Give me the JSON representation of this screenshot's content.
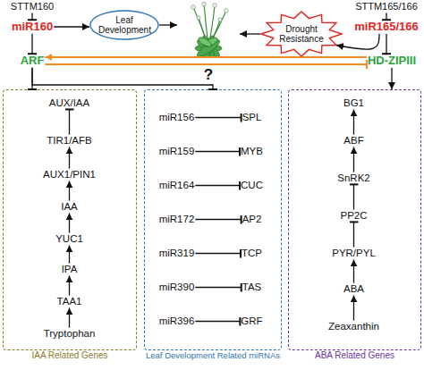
{
  "diagram": {
    "nodes": [
      {
        "text": [
          "STTM160"
        ]
      },
      {
        "text": [
          "miR160"
        ]
      },
      {
        "text": [
          "Leaf Development"
        ]
      },
      {
        "text": [
          "?"
        ]
      },
      {
        "text": [
          "STTM165/166"
        ]
      },
      {
        "text": [
          "miR165/166"
        ]
      },
      {
        "text": [
          "Drought Resistance"
        ]
      },
      {
        "text": [
          "ARF"
        ]
      },
      {
        "text": [
          "HD-ZIPIII"
        ]
      },
      {
        "text": [
          "IAA Related Genes"
        ]
      },
      {
        "text": [
          "AUX/IAA"
        ],
        "in": 9
      },
      {
        "text": [
          "TIR1/AFB"
        ],
        "in": 9
      },
      {
        "text": [
          "AUX1/PIN1"
        ],
        "in": 9
      },
      {
        "text": [
          "IAA"
        ],
        "in": 9
      },
      {
        "text": [
          "YUC1"
        ],
        "in": 9
      },
      {
        "text": [
          "IPA"
        ],
        "in": 9
      },
      {
        "text": [
          "TAA1"
        ],
        "in": 9
      },
      {
        "text": [
          "Tryptophan"
        ],
        "in": 9
      },
      {
        "text": [
          "Leaf Development Related miRNAs"
        ]
      },
      {
        "text": [
          "miR156"
        ],
        "in": 18
      },
      {
        "text": [
          "SPL"
        ],
        "in": 18
      },
      {
        "text": [
          "miR159"
        ],
        "in": 18
      },
      {
        "text": [
          "MYB"
        ],
        "in": 18
      },
      {
        "text": [
          "miR164"
        ],
        "in": 18
      },
      {
        "text": [
          "CUC"
        ],
        "in": 18
      },
      {
        "text": [
          "miR172"
        ],
        "in": 18
      },
      {
        "text": [
          "AP2"
        ],
        "in": 18
      },
      {
        "text": [
          "miR319"
        ],
        "in": 18
      },
      {
        "text": [
          "TCP"
        ],
        "in": 18
      },
      {
        "text": [
          "miR390"
        ],
        "in": 18
      },
      {
        "text": [
          "TAS"
        ],
        "in": 18
      },
      {
        "text": [
          "miR396"
        ],
        "in": 18
      },
      {
        "text": [
          "GRF"
        ],
        "in": 18
      },
      {
        "text": [
          "ABA Related Genes"
        ]
      },
      {
        "text": [
          "BG1"
        ],
        "in": 33
      },
      {
        "text": [
          "ABF"
        ],
        "in": 33
      },
      {
        "text": [
          "SnRK2"
        ],
        "in": 33
      },
      {
        "text": [
          "PP2C"
        ],
        "in": 33
      },
      {
        "text": [
          "PYR/PYL"
        ],
        "in": 33
      },
      {
        "text": [
          "ABA"
        ],
        "in": 33
      },
      {
        "text": [
          "Zeaxanthin"
        ],
        "in": 33
      }
    ],
    "edges": [
      {
        "from": 0,
        "to": 1,
        "arrow": "to"
      },
      {
        "from": 1,
        "to": 7,
        "arrow": "to"
      },
      {
        "from": 1,
        "to": 2,
        "arrow": "to"
      },
      {
        "from": 2,
        "to": 3,
        "arrow": "to"
      },
      {
        "from": 4,
        "to": 5,
        "arrow": "to"
      },
      {
        "from": 5,
        "to": 8,
        "arrow": "to"
      },
      {
        "from": 5,
        "to": 6,
        "arrow": "to"
      },
      {
        "from": 6,
        "to": 3,
        "arrow": "to"
      },
      {
        "from": 8,
        "to": 7,
        "arrow": "to"
      },
      {
        "from": 7,
        "to": 8,
        "arrow": "to"
      },
      {
        "from": 7,
        "to": 9,
        "arrow": "to"
      },
      {
        "from": 7,
        "to": 18,
        "arrow": "to"
      },
      {
        "from": 8,
        "to": 33,
        "arrow": "to"
      },
      {
        "from": 17,
        "to": 16,
        "arrow": "to"
      },
      {
        "from": 16,
        "to": 15,
        "arrow": "to"
      },
      {
        "from": 15,
        "to": 14,
        "arrow": "to"
      },
      {
        "from": 14,
        "to": 13,
        "arrow": "to"
      },
      {
        "from": 13,
        "to": 12,
        "arrow": "to"
      },
      {
        "from": 12,
        "to": 11,
        "arrow": "to"
      },
      {
        "from": 11,
        "to": 10,
        "arrow": "to"
      },
      {
        "from": 19,
        "to": 20,
        "arrow": "to"
      },
      {
        "from": 21,
        "to": 22,
        "arrow": "to"
      },
      {
        "from": 23,
        "to": 24,
        "arrow": "to"
      },
      {
        "from": 25,
        "to": 26,
        "arrow": "to"
      },
      {
        "from": 27,
        "to": 28,
        "arrow": "to"
      },
      {
        "from": 29,
        "to": 30,
        "arrow": "to"
      },
      {
        "from": 31,
        "to": 32,
        "arrow": "to"
      },
      {
        "from": 40,
        "to": 39,
        "arrow": "to"
      },
      {
        "from": 39,
        "to": 38,
        "arrow": "to"
      },
      {
        "from": 38,
        "to": 37,
        "arrow": "to"
      },
      {
        "from": 37,
        "to": 36,
        "arrow": "to"
      },
      {
        "from": 36,
        "to": 35,
        "arrow": "to"
      },
      {
        "from": 35,
        "to": 34,
        "arrow": "to"
      }
    ]
  }
}
